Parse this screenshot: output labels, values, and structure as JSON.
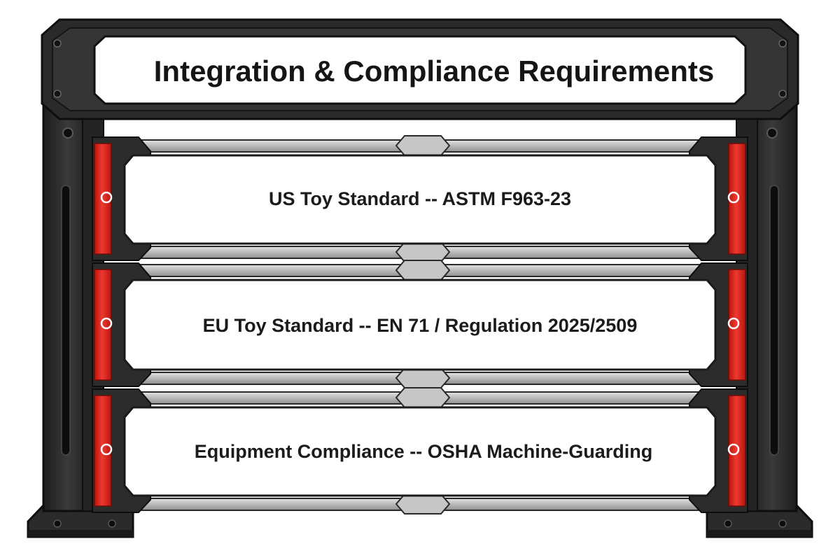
{
  "title": "Integration & Compliance Requirements",
  "items": [
    {
      "label": "US Toy Standard -- ASTM F963-23"
    },
    {
      "label": "EU Toy Standard -- EN 71 / Regulation 2025/2509"
    },
    {
      "label": "Equipment Compliance -- OSHA Machine-Guarding"
    }
  ],
  "colors": {
    "frame": "#2a2a2a",
    "frame_dark": "#151515",
    "accent": "#e02a24",
    "panel": "#ffffff",
    "rail": "#b8b8b8"
  }
}
